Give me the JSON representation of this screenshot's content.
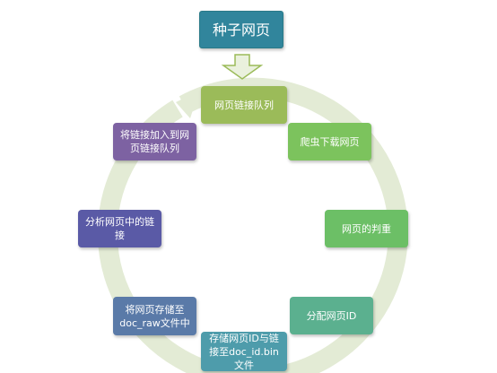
{
  "seed": {
    "label": "种子网页",
    "color": "#31859c"
  },
  "steps": [
    {
      "label": "网页链接队列",
      "color": "#9bbb59"
    },
    {
      "label": "爬虫下载网页",
      "color": "#7cc35d"
    },
    {
      "label": "网页的判重",
      "color": "#6cbf66"
    },
    {
      "label": "分配网页ID",
      "color": "#5bb08f"
    },
    {
      "label": "存储网页ID与链接至doc_id.bin文件",
      "color": "#4e9cab"
    },
    {
      "label": "将网页存储至doc_raw文件中",
      "color": "#5a7aa8"
    },
    {
      "label": "分析网页中的链接",
      "color": "#5a5aa6"
    },
    {
      "label": "将链接加入到网页链接队列",
      "color": "#7d62a2"
    }
  ],
  "colors": {
    "ring": "#e3ebd5",
    "down_arrow_fill": "#eaf1dd",
    "down_arrow_stroke": "#9bbb59"
  }
}
